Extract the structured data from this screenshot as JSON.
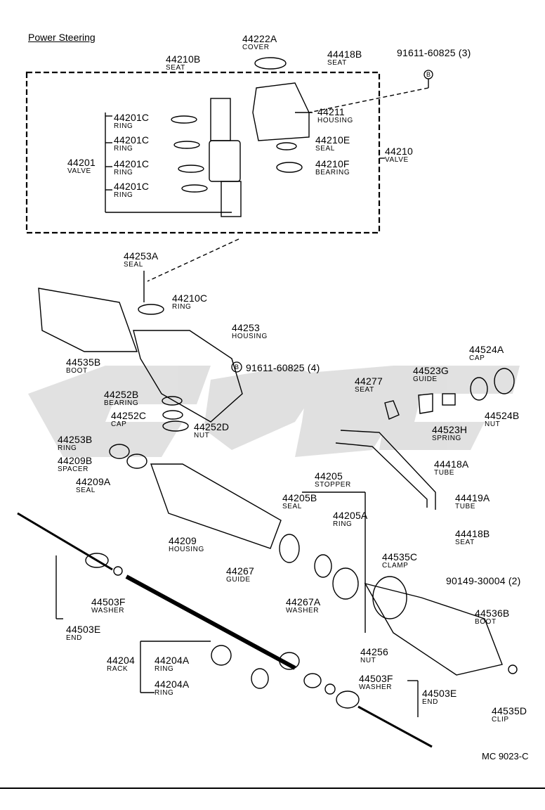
{
  "title": "Power Steering",
  "diagram_code": "MC 9023-C",
  "watermark_color": "#c8c8c8",
  "parts": [
    {
      "pn": "44222A",
      "name": "COVER"
    },
    {
      "pn": "44210B",
      "name": "SEAT"
    },
    {
      "pn": "44418B",
      "name": "SEAT"
    },
    {
      "pn": "91611-60825 (3)",
      "name": ""
    },
    {
      "pn": "44201C",
      "name": "RING"
    },
    {
      "pn": "44201C",
      "name": "RING"
    },
    {
      "pn": "44201C",
      "name": "RING"
    },
    {
      "pn": "44201C",
      "name": "RING"
    },
    {
      "pn": "44201",
      "name": "VALVE"
    },
    {
      "pn": "44211",
      "name": "HOUSING"
    },
    {
      "pn": "44210E",
      "name": "SEAL"
    },
    {
      "pn": "44210F",
      "name": "BEARING"
    },
    {
      "pn": "44210",
      "name": "VALVE"
    },
    {
      "pn": "44253A",
      "name": "SEAL"
    },
    {
      "pn": "44210C",
      "name": "RING"
    },
    {
      "pn": "44253",
      "name": "HOUSING"
    },
    {
      "pn": "44535B",
      "name": "BOOT"
    },
    {
      "pn": "91611-60825 (4)",
      "name": ""
    },
    {
      "pn": "44252B",
      "name": "BEARING"
    },
    {
      "pn": "44252C",
      "name": "CAP"
    },
    {
      "pn": "44252D",
      "name": "NUT"
    },
    {
      "pn": "44277",
      "name": "SEAT"
    },
    {
      "pn": "44523G",
      "name": "GUIDE"
    },
    {
      "pn": "44524A",
      "name": "CAP"
    },
    {
      "pn": "44524B",
      "name": "NUT"
    },
    {
      "pn": "44523H",
      "name": "SPRING"
    },
    {
      "pn": "44253B",
      "name": "RING"
    },
    {
      "pn": "44209B",
      "name": "SPACER"
    },
    {
      "pn": "44209A",
      "name": "SEAL"
    },
    {
      "pn": "44205",
      "name": "STOPPER"
    },
    {
      "pn": "44205B",
      "name": "SEAL"
    },
    {
      "pn": "44205A",
      "name": "RING"
    },
    {
      "pn": "44418A",
      "name": "TUBE"
    },
    {
      "pn": "44419A",
      "name": "TUBE"
    },
    {
      "pn": "44418B",
      "name": "SEAT"
    },
    {
      "pn": "44209",
      "name": "HOUSING"
    },
    {
      "pn": "44267",
      "name": "GUIDE"
    },
    {
      "pn": "44267A",
      "name": "WASHER"
    },
    {
      "pn": "44535C",
      "name": "CLAMP"
    },
    {
      "pn": "90149-30004 (2)",
      "name": ""
    },
    {
      "pn": "44503F",
      "name": "WASHER"
    },
    {
      "pn": "44503E",
      "name": "END"
    },
    {
      "pn": "44256",
      "name": "NUT"
    },
    {
      "pn": "44536B",
      "name": "BOOT"
    },
    {
      "pn": "44204",
      "name": "RACK"
    },
    {
      "pn": "44204A",
      "name": "RING"
    },
    {
      "pn": "44204A",
      "name": "RING"
    },
    {
      "pn": "44503F",
      "name": "WASHER"
    },
    {
      "pn": "44503E",
      "name": "END"
    },
    {
      "pn": "44535D",
      "name": "CLIP"
    }
  ]
}
